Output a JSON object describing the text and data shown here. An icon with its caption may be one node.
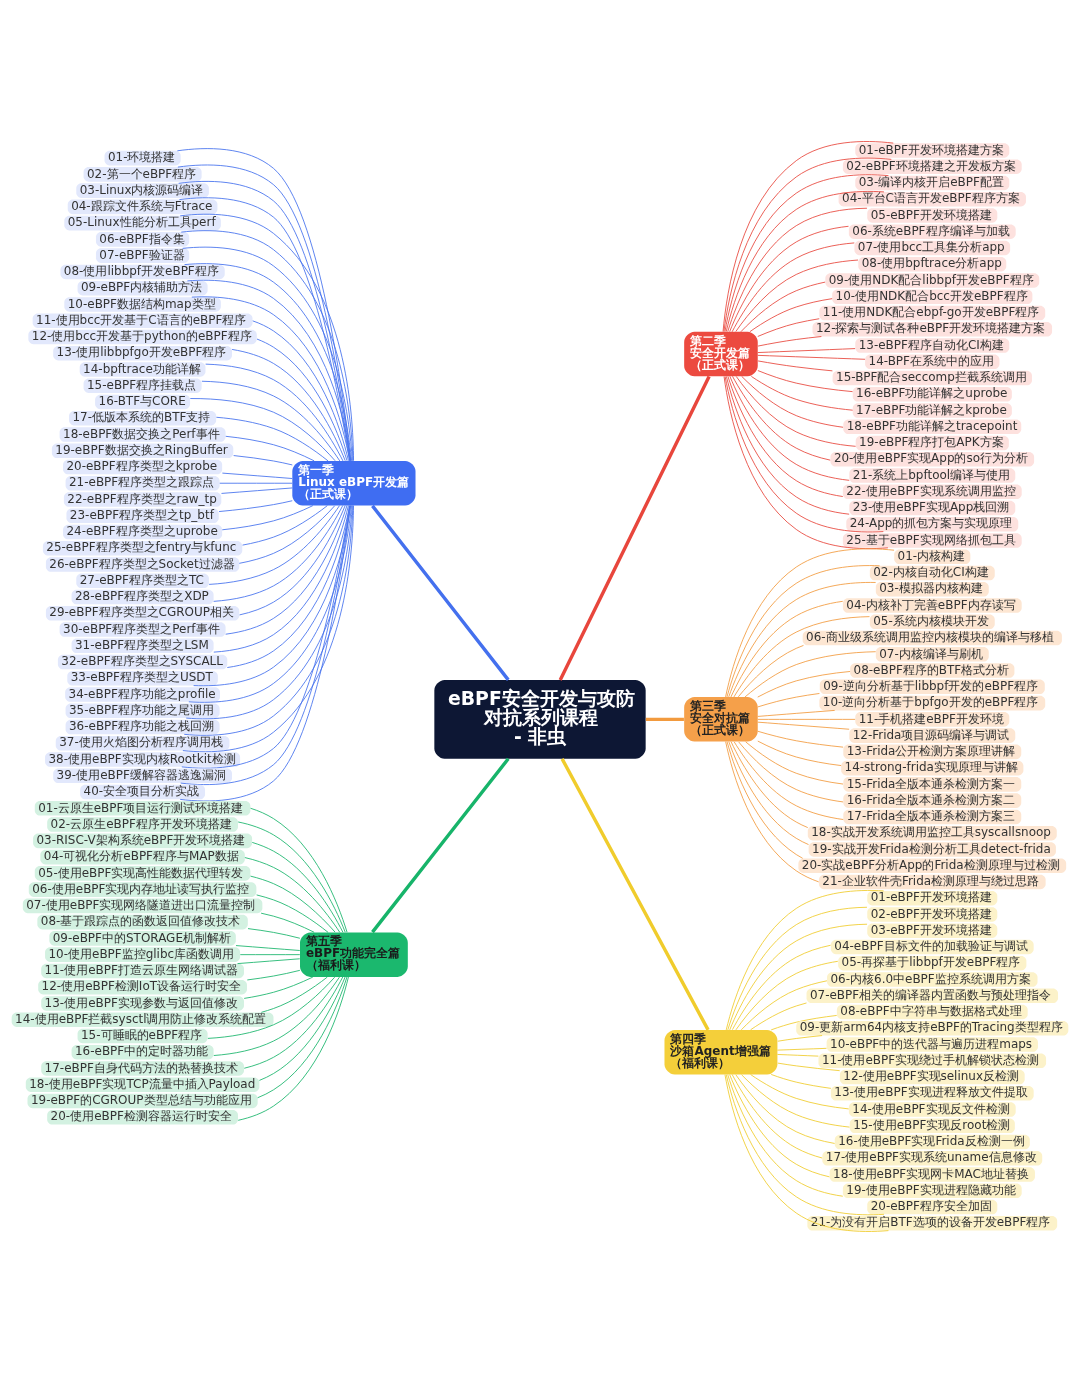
{
  "diagram": {
    "nodes": [
      {
        "text": [
          "eBPF安全开发与攻防对抗系列课程",
          "- 非虫"
        ]
      },
      {
        "text": [
          "第一季",
          "Linux eBPF开发篇（正式课）"
        ]
      },
      {
        "text": [
          "第二季",
          "安全开发篇（正式课）"
        ]
      },
      {
        "text": [
          "第三季",
          "安全对抗篇（正式课）"
        ]
      },
      {
        "text": [
          "第四季",
          "沙箱Agent增强篇（福利课）"
        ]
      },
      {
        "text": [
          "第五季",
          "eBPF功能完全篇（福利课）"
        ]
      },
      {
        "text": [
          "01-环境搭建"
        ]
      },
      {
        "text": [
          "02-第一个eBPF程序"
        ]
      },
      {
        "text": [
          "03-Linux内核源码编译"
        ]
      },
      {
        "text": [
          "04-跟踪文件系统与Ftrace"
        ]
      },
      {
        "text": [
          "05-Linux性能分析工具perf"
        ]
      },
      {
        "text": [
          "06-eBPF指令集"
        ]
      },
      {
        "text": [
          "07-eBPF验证器"
        ]
      },
      {
        "text": [
          "08-使用libbpf开发eBPF程序"
        ]
      },
      {
        "text": [
          "09-eBPF内核辅助方法"
        ]
      },
      {
        "text": [
          "10-eBPF数据结构map类型"
        ]
      },
      {
        "text": [
          "11-使用bcc开发基于C语言的eBPF程序"
        ]
      },
      {
        "text": [
          "12-使用bcc开发基于python的eBPF程序"
        ]
      },
      {
        "text": [
          "13-使用libbpfgo开发eBPF程序"
        ]
      },
      {
        "text": [
          "14-bpftrace功能详解"
        ]
      },
      {
        "text": [
          "15-eBPF程序挂载点"
        ]
      },
      {
        "text": [
          "16-BTF与CORE"
        ]
      },
      {
        "text": [
          "17-低版本系统的BTF支持"
        ]
      },
      {
        "text": [
          "18-eBPF数据交换之Perf事件"
        ]
      },
      {
        "text": [
          "19-eBPF数据交换之RingBuffer"
        ]
      },
      {
        "text": [
          "20-eBPF程序类型之kprobe"
        ]
      },
      {
        "text": [
          "21-eBPF程序类型之跟踪点"
        ]
      },
      {
        "text": [
          "22-eBPF程序类型之raw_tp"
        ]
      },
      {
        "text": [
          "23-eBPF程序类型之tp_btf"
        ]
      },
      {
        "text": [
          "24-eBPF程序类型之uprobe"
        ]
      },
      {
        "text": [
          "25-eBPF程序类型之fentry与kfunc"
        ]
      },
      {
        "text": [
          "26-eBPF程序类型之Socket过滤器"
        ]
      },
      {
        "text": [
          "27-eBPF程序类型之TC"
        ]
      },
      {
        "text": [
          "28-eBPF程序类型之XDP"
        ]
      },
      {
        "text": [
          "29-eBPF程序类型之CGROUP相关"
        ]
      },
      {
        "text": [
          "30-eBPF程序类型之Perf事件"
        ]
      },
      {
        "text": [
          "31-eBPF程序类型之LSM"
        ]
      },
      {
        "text": [
          "32-eBPF程序类型之SYSCALL"
        ]
      },
      {
        "text": [
          "33-eBPF程序类型之USDT"
        ]
      },
      {
        "text": [
          "34-eBPF程序功能之profile"
        ]
      },
      {
        "text": [
          "35-eBPF程序功能之尾调用"
        ]
      },
      {
        "text": [
          "36-eBPF程序功能之栈回溯"
        ]
      },
      {
        "text": [
          "37-使用火焰图分析程序调用栈"
        ]
      },
      {
        "text": [
          "38-使用eBPF实现内核Rootkit检测"
        ]
      },
      {
        "text": [
          "39-使用eBPF缓解容器逃逸漏洞"
        ]
      },
      {
        "text": [
          "40-安全项目分析实战"
        ]
      },
      {
        "text": [
          "01-eBPF开发环境搭建方案"
        ]
      },
      {
        "text": [
          "02-eBPF环境搭建之开发板方案"
        ]
      },
      {
        "text": [
          "03-编译内核开启eBPF配置"
        ]
      },
      {
        "text": [
          "04-平台C语言开发eBPF程序方案"
        ]
      },
      {
        "text": [
          "05-eBPF开发环境搭建"
        ]
      },
      {
        "text": [
          "06-系统eBPF程序编译与加载"
        ]
      },
      {
        "text": [
          "07-使用bcc工具集分析app"
        ]
      },
      {
        "text": [
          "08-使用bpftrace分析app"
        ]
      },
      {
        "text": [
          "09-使用NDK配合libbpf开发eBPF程序"
        ]
      },
      {
        "text": [
          "10-使用NDK配合bcc开发eBPF程序"
        ]
      },
      {
        "text": [
          "11-使用NDK配合ebpf-go开发eBPF程序"
        ]
      },
      {
        "text": [
          "12-探索与测试各种eBPF开发环境搭建方案"
        ]
      },
      {
        "text": [
          "13-eBPF程序自动化CI构建"
        ]
      },
      {
        "text": [
          "14-BPF在系统中的应用"
        ]
      },
      {
        "text": [
          "15-BPF配合seccomp拦截系统调用"
        ]
      },
      {
        "text": [
          "16-eBPF功能详解之uprobe"
        ]
      },
      {
        "text": [
          "17-eBPF功能详解之kprobe"
        ]
      },
      {
        "text": [
          "18-eBPF功能详解之tracepoint"
        ]
      },
      {
        "text": [
          "19-eBPF程序打包APK方案"
        ]
      },
      {
        "text": [
          "20-使用eBPF实现App的so行为分析"
        ]
      },
      {
        "text": [
          "21-系统上bpftool编译与使用"
        ]
      },
      {
        "text": [
          "22-使用eBPF实现系统调用监控"
        ]
      },
      {
        "text": [
          "23-使用eBPF实现App栈回溯"
        ]
      },
      {
        "text": [
          "24-App的抓包方案与实现原理"
        ]
      },
      {
        "text": [
          "25-基于eBPF实现网络抓包工具"
        ]
      },
      {
        "text": [
          "01-内核构建"
        ]
      },
      {
        "text": [
          "02-内核自动化CI构建"
        ]
      },
      {
        "text": [
          "03-模拟器内核构建"
        ]
      },
      {
        "text": [
          "04-内核补丁完善eBPF内存读写"
        ]
      },
      {
        "text": [
          "05-系统内核模块开发"
        ]
      },
      {
        "text": [
          "06-商业级系统调用监控内核模块的编译与移植"
        ]
      },
      {
        "text": [
          "07-内核编译与刷机"
        ]
      },
      {
        "text": [
          "08-eBPF程序的BTF格式分析"
        ]
      },
      {
        "text": [
          "09-逆向分析基于libbpf开发的eBPF程序"
        ]
      },
      {
        "text": [
          "10-逆向分析基于bpfgo开发的eBPF程序"
        ]
      },
      {
        "text": [
          "11-手机搭建eBPF开发环境"
        ]
      },
      {
        "text": [
          "12-Frida项目源码编译与调试"
        ]
      },
      {
        "text": [
          "13-Frida公开检测方案原理讲解"
        ]
      },
      {
        "text": [
          "14-strong-frida实现原理与讲解"
        ]
      },
      {
        "text": [
          "15-Frida全版本通杀检测方案一"
        ]
      },
      {
        "text": [
          "16-Frida全版本通杀检测方案二"
        ]
      },
      {
        "text": [
          "17-Frida全版本通杀检测方案三"
        ]
      },
      {
        "text": [
          "18-实战开发系统调用监控工具syscallsnoop"
        ]
      },
      {
        "text": [
          "19-实战开发Frida检测分析工具detect-frida"
        ]
      },
      {
        "text": [
          "20-实战eBPF分析App的Frida检测原理与过检测"
        ]
      },
      {
        "text": [
          "21-企业软件壳Frida检测原理与绕过思路"
        ]
      },
      {
        "text": [
          "01-eBPF开发环境搭建"
        ]
      },
      {
        "text": [
          "02-eBPF开发环境搭建"
        ]
      },
      {
        "text": [
          "03-eBPF开发环境搭建"
        ]
      },
      {
        "text": [
          "04-eBPF目标文件的加载验证与调试"
        ]
      },
      {
        "text": [
          "05-再探基于libbpf开发eBPF程序"
        ]
      },
      {
        "text": [
          "06-内核6.0中eBPF监控系统调用方案"
        ]
      },
      {
        "text": [
          "07-eBPF相关的编译器内置函数与预处理指令"
        ]
      },
      {
        "text": [
          "08-eBPF中字符串与数据格式处理"
        ]
      },
      {
        "text": [
          "09-更新arm64内核支持eBPF的Tracing类型程序"
        ]
      },
      {
        "text": [
          "10-eBPF中的迭代器与遍历进程maps"
        ]
      },
      {
        "text": [
          "11-使用eBPF实现绕过手机解锁状态检测"
        ]
      },
      {
        "text": [
          "12-使用eBPF实现selinux反检测"
        ]
      },
      {
        "text": [
          "13-使用eBPF实现进程释放文件提取"
        ]
      },
      {
        "text": [
          "14-使用eBPF实现反文件检测"
        ]
      },
      {
        "text": [
          "15-使用eBPF实现反root检测"
        ]
      },
      {
        "text": [
          "16-使用eBPF实现Frida反检测一例"
        ]
      },
      {
        "text": [
          "17-使用eBPF实现系统uname信息修改"
        ]
      },
      {
        "text": [
          "18-使用eBPF实现网卡MAC地址替换"
        ]
      },
      {
        "text": [
          "19-使用eBPF实现进程隐藏功能"
        ]
      },
      {
        "text": [
          "20-eBPF程序安全加固"
        ]
      },
      {
        "text": [
          "21-为没有开启BTF选项的设备开发eBPF程序"
        ]
      },
      {
        "text": [
          "01-云原生eBPF项目运行测试环境搭建"
        ]
      },
      {
        "text": [
          "02-云原生eBPF程序开发环境搭建"
        ]
      },
      {
        "text": [
          "03-RISC-V架构系统eBPF开发环境搭建"
        ]
      },
      {
        "text": [
          "04-可视化分析eBPF程序与MAP数据"
        ]
      },
      {
        "text": [
          "05-使用eBPF实现高性能数据代理转发"
        ]
      },
      {
        "text": [
          "06-使用eBPF实现内存地址读写执行监控"
        ]
      },
      {
        "text": [
          "07-使用eBPF实现网络隧道进出口流量控制"
        ]
      },
      {
        "text": [
          "08-基于跟踪点的函数返回值修改技术"
        ]
      },
      {
        "text": [
          "09-eBPF中的STORAGE机制解析"
        ]
      },
      {
        "text": [
          "10-使用eBPF监控glibc库函数调用"
        ]
      },
      {
        "text": [
          "11-使用eBPF打造云原生网络调试器"
        ]
      },
      {
        "text": [
          "12-使用eBPF检测IoT设备运行时安全"
        ]
      },
      {
        "text": [
          "13-使用eBPF实现参数与返回值修改"
        ]
      },
      {
        "text": [
          "14-使用eBPF拦截sysctl调用防止修改系统配置"
        ]
      },
      {
        "text": [
          "15-可睡眠的eBPF程序"
        ]
      },
      {
        "text": [
          "16-eBPF中的定时器功能"
        ]
      },
      {
        "text": [
          "17-eBPF自身代码方法的热替换技术"
        ]
      },
      {
        "text": [
          "18-使用eBPF实现TCP流量中插入Payload"
        ]
      },
      {
        "text": [
          "19-eBPF的CGROUP类型总结与功能应用"
        ]
      },
      {
        "text": [
          "20-使用eBPF检测容器运行时安全"
        ]
      }
    ],
    "edges": [
      {
        "from": 0,
        "to": 1,
        "arrow": "none",
        "style": "thick",
        "color": "#4470ee"
      },
      {
        "from": 0,
        "to": 2,
        "arrow": "none",
        "style": "thick",
        "color": "#e8463c"
      },
      {
        "from": 0,
        "to": 3,
        "arrow": "none",
        "style": "thick",
        "color": "#f29a3e"
      },
      {
        "from": 0,
        "to": 4,
        "arrow": "none",
        "style": "thick",
        "color": "#f0cc2c"
      },
      {
        "from": 0,
        "to": 5,
        "arrow": "none",
        "style": "thick",
        "color": "#17b46a"
      },
      {
        "from": 1,
        "to": 6,
        "arrow": "none",
        "color": "#4470ee"
      },
      {
        "from": 1,
        "to": 7,
        "arrow": "none",
        "color": "#4470ee"
      },
      {
        "from": 1,
        "to": 8,
        "arrow": "none",
        "color": "#4470ee"
      },
      {
        "from": 1,
        "to": 9,
        "arrow": "none",
        "color": "#4470ee"
      },
      {
        "from": 1,
        "to": 10,
        "arrow": "none",
        "color": "#4470ee"
      },
      {
        "from": 1,
        "to": 11,
        "arrow": "none",
        "color": "#4470ee"
      },
      {
        "from": 1,
        "to": 12,
        "arrow": "none",
        "color": "#4470ee"
      },
      {
        "from": 1,
        "to": 13,
        "arrow": "none",
        "color": "#4470ee"
      },
      {
        "from": 1,
        "to": 14,
        "arrow": "none",
        "color": "#4470ee"
      },
      {
        "from": 1,
        "to": 15,
        "arrow": "none",
        "color": "#4470ee"
      },
      {
        "from": 1,
        "to": 16,
        "arrow": "none",
        "color": "#4470ee"
      },
      {
        "from": 1,
        "to": 17,
        "arrow": "none",
        "color": "#4470ee"
      },
      {
        "from": 1,
        "to": 18,
        "arrow": "none",
        "color": "#4470ee"
      },
      {
        "from": 1,
        "to": 19,
        "arrow": "none",
        "color": "#4470ee"
      },
      {
        "from": 1,
        "to": 20,
        "arrow": "none",
        "color": "#4470ee"
      },
      {
        "from": 1,
        "to": 21,
        "arrow": "none",
        "color": "#4470ee"
      },
      {
        "from": 1,
        "to": 22,
        "arrow": "none",
        "color": "#4470ee"
      },
      {
        "from": 1,
        "to": 23,
        "arrow": "none",
        "color": "#4470ee"
      },
      {
        "from": 1,
        "to": 24,
        "arrow": "none",
        "color": "#4470ee"
      },
      {
        "from": 1,
        "to": 25,
        "arrow": "none",
        "color": "#4470ee"
      },
      {
        "from": 1,
        "to": 26,
        "arrow": "none",
        "color": "#4470ee"
      },
      {
        "from": 1,
        "to": 27,
        "arrow": "none",
        "color": "#4470ee"
      },
      {
        "from": 1,
        "to": 28,
        "arrow": "none",
        "color": "#4470ee"
      },
      {
        "from": 1,
        "to": 29,
        "arrow": "none",
        "color": "#4470ee"
      },
      {
        "from": 1,
        "to": 30,
        "arrow": "none",
        "color": "#4470ee"
      },
      {
        "from": 1,
        "to": 31,
        "arrow": "none",
        "color": "#4470ee"
      },
      {
        "from": 1,
        "to": 32,
        "arrow": "none",
        "color": "#4470ee"
      },
      {
        "from": 1,
        "to": 33,
        "arrow": "none",
        "color": "#4470ee"
      },
      {
        "from": 1,
        "to": 34,
        "arrow": "none",
        "color": "#4470ee"
      },
      {
        "from": 1,
        "to": 35,
        "arrow": "none",
        "color": "#4470ee"
      },
      {
        "from": 1,
        "to": 36,
        "arrow": "none",
        "color": "#4470ee"
      },
      {
        "from": 1,
        "to": 37,
        "arrow": "none",
        "color": "#4470ee"
      },
      {
        "from": 1,
        "to": 38,
        "arrow": "none",
        "color": "#4470ee"
      },
      {
        "from": 1,
        "to": 39,
        "arrow": "none",
        "color": "#4470ee"
      },
      {
        "from": 1,
        "to": 40,
        "arrow": "none",
        "color": "#4470ee"
      },
      {
        "from": 1,
        "to": 41,
        "arrow": "none",
        "color": "#4470ee"
      },
      {
        "from": 1,
        "to": 42,
        "arrow": "none",
        "color": "#4470ee"
      },
      {
        "from": 1,
        "to": 43,
        "arrow": "none",
        "color": "#4470ee"
      },
      {
        "from": 1,
        "to": 44,
        "arrow": "none",
        "color": "#4470ee"
      },
      {
        "from": 1,
        "to": 45,
        "arrow": "none",
        "color": "#4470ee"
      },
      {
        "from": 2,
        "to": 46,
        "arrow": "none",
        "color": "#e8463c"
      },
      {
        "from": 2,
        "to": 47,
        "arrow": "none",
        "color": "#e8463c"
      },
      {
        "from": 2,
        "to": 48,
        "arrow": "none",
        "color": "#e8463c"
      },
      {
        "from": 2,
        "to": 49,
        "arrow": "none",
        "color": "#e8463c"
      },
      {
        "from": 2,
        "to": 50,
        "arrow": "none",
        "color": "#e8463c"
      },
      {
        "from": 2,
        "to": 51,
        "arrow": "none",
        "color": "#e8463c"
      },
      {
        "from": 2,
        "to": 52,
        "arrow": "none",
        "color": "#e8463c"
      },
      {
        "from": 2,
        "to": 53,
        "arrow": "none",
        "color": "#e8463c"
      },
      {
        "from": 2,
        "to": 54,
        "arrow": "none",
        "color": "#e8463c"
      },
      {
        "from": 2,
        "to": 55,
        "arrow": "none",
        "color": "#e8463c"
      },
      {
        "from": 2,
        "to": 56,
        "arrow": "none",
        "color": "#e8463c"
      },
      {
        "from": 2,
        "to": 57,
        "arrow": "none",
        "color": "#e8463c"
      },
      {
        "from": 2,
        "to": 58,
        "arrow": "none",
        "color": "#e8463c"
      },
      {
        "from": 2,
        "to": 59,
        "arrow": "none",
        "color": "#e8463c"
      },
      {
        "from": 2,
        "to": 60,
        "arrow": "none",
        "color": "#e8463c"
      },
      {
        "from": 2,
        "to": 61,
        "arrow": "none",
        "color": "#e8463c"
      },
      {
        "from": 2,
        "to": 62,
        "arrow": "none",
        "color": "#e8463c"
      },
      {
        "from": 2,
        "to": 63,
        "arrow": "none",
        "color": "#e8463c"
      },
      {
        "from": 2,
        "to": 64,
        "arrow": "none",
        "color": "#e8463c"
      },
      {
        "from": 2,
        "to": 65,
        "arrow": "none",
        "color": "#e8463c"
      },
      {
        "from": 2,
        "to": 66,
        "arrow": "none",
        "color": "#e8463c"
      },
      {
        "from": 2,
        "to": 67,
        "arrow": "none",
        "color": "#e8463c"
      },
      {
        "from": 2,
        "to": 68,
        "arrow": "none",
        "color": "#e8463c"
      },
      {
        "from": 2,
        "to": 69,
        "arrow": "none",
        "color": "#e8463c"
      },
      {
        "from": 2,
        "to": 70,
        "arrow": "none",
        "color": "#e8463c"
      },
      {
        "from": 3,
        "to": 71,
        "arrow": "none",
        "color": "#f29a3e"
      },
      {
        "from": 3,
        "to": 72,
        "arrow": "none",
        "color": "#f29a3e"
      },
      {
        "from": 3,
        "to": 73,
        "arrow": "none",
        "color": "#f29a3e"
      },
      {
        "from": 3,
        "to": 74,
        "arrow": "none",
        "color": "#f29a3e"
      },
      {
        "from": 3,
        "to": 75,
        "arrow": "none",
        "color": "#f29a3e"
      },
      {
        "from": 3,
        "to": 76,
        "arrow": "none",
        "color": "#f29a3e"
      },
      {
        "from": 3,
        "to": 77,
        "arrow": "none",
        "color": "#f29a3e"
      },
      {
        "from": 3,
        "to": 78,
        "arrow": "none",
        "color": "#f29a3e"
      },
      {
        "from": 3,
        "to": 79,
        "arrow": "none",
        "color": "#f29a3e"
      },
      {
        "from": 3,
        "to": 80,
        "arrow": "none",
        "color": "#f29a3e"
      },
      {
        "from": 3,
        "to": 81,
        "arrow": "none",
        "color": "#f29a3e"
      },
      {
        "from": 3,
        "to": 82,
        "arrow": "none",
        "color": "#f29a3e"
      },
      {
        "from": 3,
        "to": 83,
        "arrow": "none",
        "color": "#f29a3e"
      },
      {
        "from": 3,
        "to": 84,
        "arrow": "none",
        "color": "#f29a3e"
      },
      {
        "from": 3,
        "to": 85,
        "arrow": "none",
        "color": "#f29a3e"
      },
      {
        "from": 3,
        "to": 86,
        "arrow": "none",
        "color": "#f29a3e"
      },
      {
        "from": 3,
        "to": 87,
        "arrow": "none",
        "color": "#f29a3e"
      },
      {
        "from": 3,
        "to": 88,
        "arrow": "none",
        "color": "#f29a3e"
      },
      {
        "from": 3,
        "to": 89,
        "arrow": "none",
        "color": "#f29a3e"
      },
      {
        "from": 3,
        "to": 90,
        "arrow": "none",
        "color": "#f29a3e"
      },
      {
        "from": 3,
        "to": 91,
        "arrow": "none",
        "color": "#f29a3e"
      },
      {
        "from": 4,
        "to": 92,
        "arrow": "none",
        "color": "#f0cc2c"
      },
      {
        "from": 4,
        "to": 93,
        "arrow": "none",
        "color": "#f0cc2c"
      },
      {
        "from": 4,
        "to": 94,
        "arrow": "none",
        "color": "#f0cc2c"
      },
      {
        "from": 4,
        "to": 95,
        "arrow": "none",
        "color": "#f0cc2c"
      },
      {
        "from": 4,
        "to": 96,
        "arrow": "none",
        "color": "#f0cc2c"
      },
      {
        "from": 4,
        "to": 97,
        "arrow": "none",
        "color": "#f0cc2c"
      },
      {
        "from": 4,
        "to": 98,
        "arrow": "none",
        "color": "#f0cc2c"
      },
      {
        "from": 4,
        "to": 99,
        "arrow": "none",
        "color": "#f0cc2c"
      },
      {
        "from": 4,
        "to": 100,
        "arrow": "none",
        "color": "#f0cc2c"
      },
      {
        "from": 4,
        "to": 101,
        "arrow": "none",
        "color": "#f0cc2c"
      },
      {
        "from": 4,
        "to": 102,
        "arrow": "none",
        "color": "#f0cc2c"
      },
      {
        "from": 4,
        "to": 103,
        "arrow": "none",
        "color": "#f0cc2c"
      },
      {
        "from": 4,
        "to": 104,
        "arrow": "none",
        "color": "#f0cc2c"
      },
      {
        "from": 4,
        "to": 105,
        "arrow": "none",
        "color": "#f0cc2c"
      },
      {
        "from": 4,
        "to": 106,
        "arrow": "none",
        "color": "#f0cc2c"
      },
      {
        "from": 4,
        "to": 107,
        "arrow": "none",
        "color": "#f0cc2c"
      },
      {
        "from": 4,
        "to": 108,
        "arrow": "none",
        "color": "#f0cc2c"
      },
      {
        "from": 4,
        "to": 109,
        "arrow": "none",
        "color": "#f0cc2c"
      },
      {
        "from": 4,
        "to": 110,
        "arrow": "none",
        "color": "#f0cc2c"
      },
      {
        "from": 4,
        "to": 111,
        "arrow": "none",
        "color": "#f0cc2c"
      },
      {
        "from": 4,
        "to": 112,
        "arrow": "none",
        "color": "#f0cc2c"
      },
      {
        "from": 5,
        "to": 113,
        "arrow": "none",
        "color": "#17b46a"
      },
      {
        "from": 5,
        "to": 114,
        "arrow": "none",
        "color": "#17b46a"
      },
      {
        "from": 5,
        "to": 115,
        "arrow": "none",
        "color": "#17b46a"
      },
      {
        "from": 5,
        "to": 116,
        "arrow": "none",
        "color": "#17b46a"
      },
      {
        "from": 5,
        "to": 117,
        "arrow": "none",
        "color": "#17b46a"
      },
      {
        "from": 5,
        "to": 118,
        "arrow": "none",
        "color": "#17b46a"
      },
      {
        "from": 5,
        "to": 119,
        "arrow": "none",
        "color": "#17b46a"
      },
      {
        "from": 5,
        "to": 120,
        "arrow": "none",
        "color": "#17b46a"
      },
      {
        "from": 5,
        "to": 121,
        "arrow": "none",
        "color": "#17b46a"
      },
      {
        "from": 5,
        "to": 122,
        "arrow": "none",
        "color": "#17b46a"
      },
      {
        "from": 5,
        "to": 123,
        "arrow": "none",
        "color": "#17b46a"
      },
      {
        "from": 5,
        "to": 124,
        "arrow": "none",
        "color": "#17b46a"
      },
      {
        "from": 5,
        "to": 125,
        "arrow": "none",
        "color": "#17b46a"
      },
      {
        "from": 5,
        "to": 126,
        "arrow": "none",
        "color": "#17b46a"
      },
      {
        "from": 5,
        "to": 127,
        "arrow": "none",
        "color": "#17b46a"
      },
      {
        "from": 5,
        "to": 128,
        "arrow": "none",
        "color": "#17b46a"
      },
      {
        "from": 5,
        "to": 129,
        "arrow": "none",
        "color": "#17b46a"
      },
      {
        "from": 5,
        "to": 130,
        "arrow": "none",
        "color": "#17b46a"
      },
      {
        "from": 5,
        "to": 131,
        "arrow": "none",
        "color": "#17b46a"
      },
      {
        "from": 5,
        "to": 132,
        "arrow": "none",
        "color": "#17b46a"
      }
    ]
  }
}
